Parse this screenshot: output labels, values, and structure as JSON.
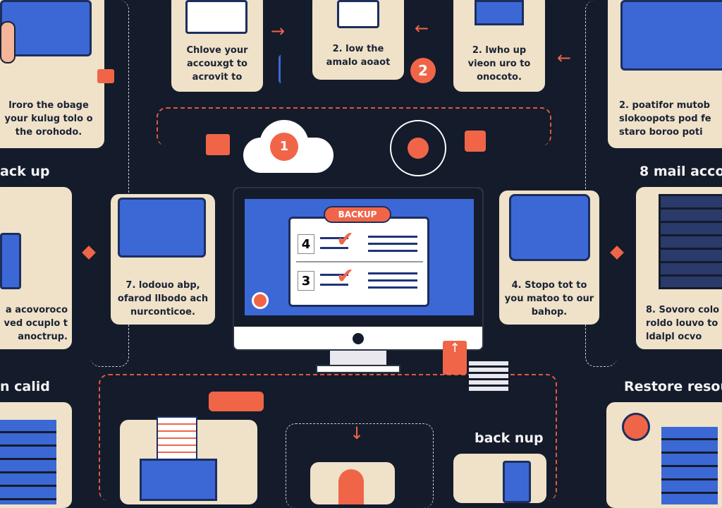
{
  "cards": {
    "top_left": "lroro the obage your kulug tolo o the orohodo.",
    "choose": "Chlove your accouxgt to acrovit to",
    "step2a": "2. low the amalo aoaot",
    "step2b": "2. lwho up vieon uro to onocoto.",
    "top_right": "2. poatifor mutob slokoopots pod fe staro boroo poti",
    "step7": "7. lodouo abp, ofarod llbodo ach nurconticoe.",
    "step4": "4. Stopo tot to you matoo to our bahop.",
    "mid_left": "a acovoroco ved ocuplo t anoctrup.",
    "mid_right": "8. Sovoro colo roldo louvo to ldalpl ocvo"
  },
  "labels": {
    "back_up_left": "ack up",
    "mail_account": "8  mail acco",
    "calid": "n calid",
    "restore": "Restore resou",
    "back_nup": "back nup"
  },
  "monitor": {
    "badge": "BACKUP",
    "rows": [
      "4",
      "3"
    ],
    "circle_badge": "2",
    "cloud_badge": "1"
  },
  "colors": {
    "background": "#141b2b",
    "card": "#efe2c9",
    "accent": "#f06548",
    "blue": "#3c68d6"
  }
}
